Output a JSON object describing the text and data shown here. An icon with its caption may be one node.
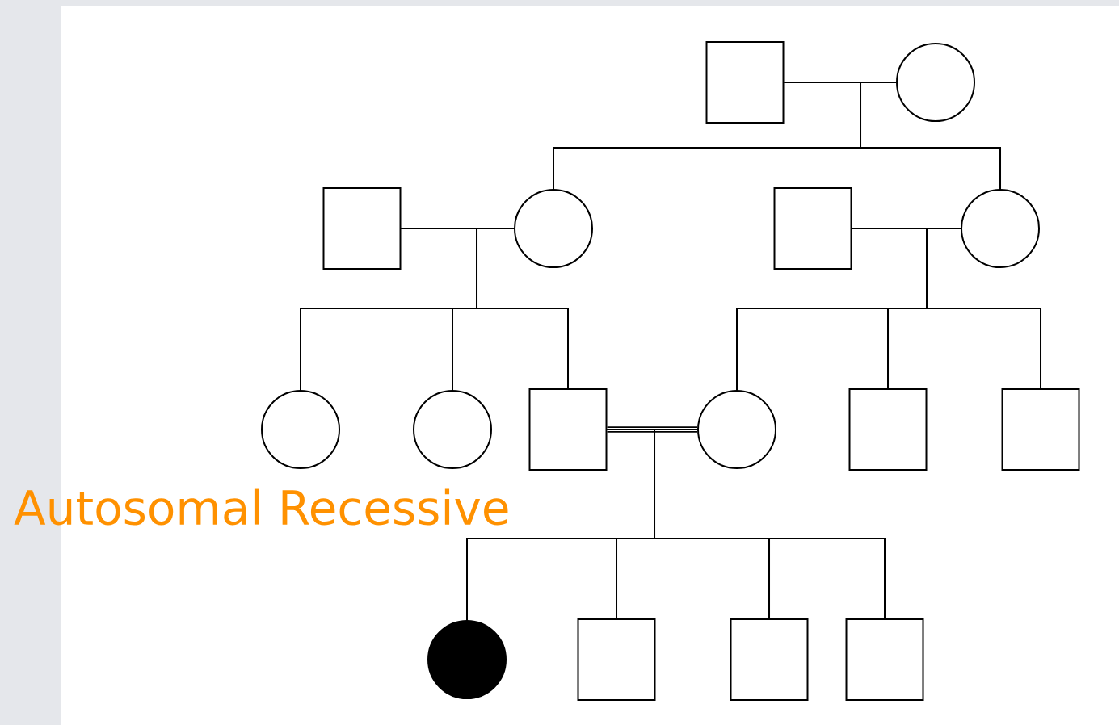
{
  "diagram": {
    "nodes": [
      {
        "text": [],
        "shape": "box"
      },
      {
        "text": [],
        "shape": "circle"
      },
      {
        "text": [],
        "shape": "box"
      },
      {
        "text": [],
        "shape": "circle"
      },
      {
        "text": [],
        "shape": "box"
      },
      {
        "text": [],
        "shape": "circle"
      },
      {
        "text": [],
        "shape": "circle"
      },
      {
        "text": [],
        "shape": "circle"
      },
      {
        "text": [],
        "shape": "box"
      },
      {
        "text": [],
        "shape": "circle"
      },
      {
        "text": [],
        "shape": "box"
      },
      {
        "text": [],
        "shape": "box"
      },
      {
        "text": [],
        "shape": "disc"
      },
      {
        "text": [],
        "shape": "box"
      },
      {
        "text": [],
        "shape": "box"
      },
      {
        "text": [],
        "shape": "box"
      }
    ],
    "edges": [
      {
        "from": 0,
        "to": 1,
        "arrow": "none"
      },
      {
        "from": 2,
        "to": 3,
        "arrow": "none"
      },
      {
        "from": 4,
        "to": 5,
        "arrow": "none"
      },
      {
        "from": 8,
        "to": 9,
        "arrow": "none",
        "style": "thick"
      },
      {
        "from": 0,
        "to": 3,
        "arrow": "none"
      },
      {
        "from": 1,
        "to": 3,
        "arrow": "none"
      },
      {
        "from": 0,
        "to": 5,
        "arrow": "none"
      },
      {
        "from": 1,
        "to": 5,
        "arrow": "none"
      },
      {
        "from": 2,
        "to": 6,
        "arrow": "none"
      },
      {
        "from": 3,
        "to": 6,
        "arrow": "none"
      },
      {
        "from": 2,
        "to": 7,
        "arrow": "none"
      },
      {
        "from": 3,
        "to": 7,
        "arrow": "none"
      },
      {
        "from": 2,
        "to": 8,
        "arrow": "none"
      },
      {
        "from": 3,
        "to": 8,
        "arrow": "none"
      },
      {
        "from": 4,
        "to": 9,
        "arrow": "none"
      },
      {
        "from": 5,
        "to": 9,
        "arrow": "none"
      },
      {
        "from": 4,
        "to": 10,
        "arrow": "none"
      },
      {
        "from": 5,
        "to": 10,
        "arrow": "none"
      },
      {
        "from": 4,
        "to": 11,
        "arrow": "none"
      },
      {
        "from": 5,
        "to": 11,
        "arrow": "none"
      },
      {
        "from": 8,
        "to": 12,
        "arrow": "none"
      },
      {
        "from": 9,
        "to": 12,
        "arrow": "none"
      },
      {
        "from": 8,
        "to": 13,
        "arrow": "none"
      },
      {
        "from": 9,
        "to": 13,
        "arrow": "none"
      },
      {
        "from": 8,
        "to": 14,
        "arrow": "none"
      },
      {
        "from": 9,
        "to": 14,
        "arrow": "none"
      },
      {
        "from": 8,
        "to": 15,
        "arrow": "none"
      },
      {
        "from": 9,
        "to": 15,
        "arrow": "none"
      }
    ],
    "labels": [
      "Autosomal Recessive"
    ]
  }
}
